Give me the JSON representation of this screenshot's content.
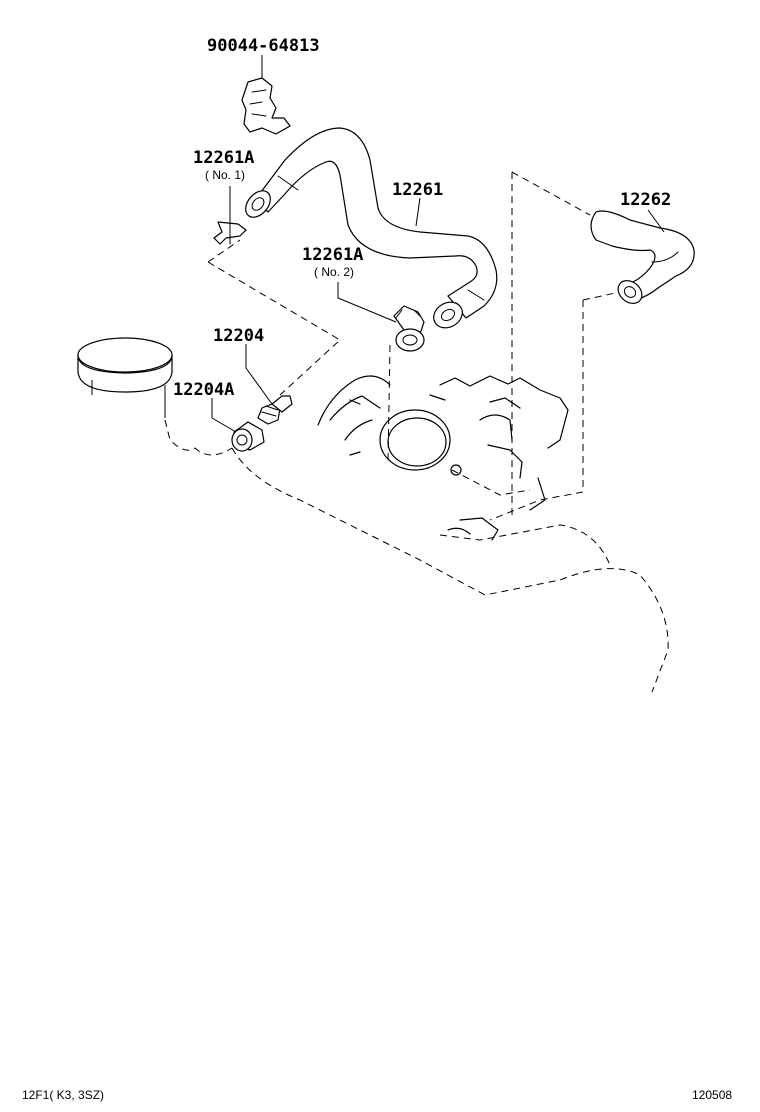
{
  "labels": {
    "p90044": "90044-64813",
    "p12261a_1": "12261A",
    "p12261a_1_sub": "( No. 1)",
    "p12261": "12261",
    "p12261a_2": "12261A",
    "p12261a_2_sub": "( No. 2)",
    "p12262": "12262",
    "p12204": "12204",
    "p12204a": "12204A"
  },
  "footer": {
    "left": "12F1( K3, 3SZ)",
    "right": "120508"
  }
}
